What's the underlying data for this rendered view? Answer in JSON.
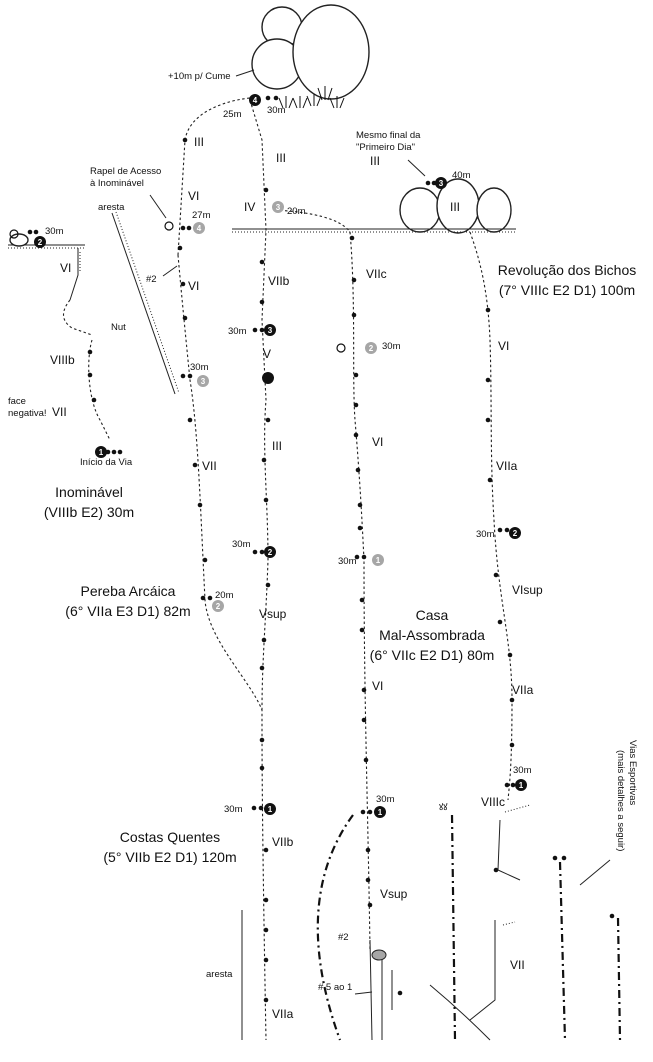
{
  "labels": {
    "summit_note": "+10m p/ Cume",
    "same_end_line1": "Mesmo final da",
    "same_end_line2": "\"Primeiro Dia\"",
    "rappel_line1": "Rapel de Acesso",
    "rappel_line2": "à Inominável",
    "aresta_top": "aresta",
    "aresta_bottom": "aresta",
    "nut": "Nut",
    "face_line1": "face",
    "face_line2": "negativa!",
    "start": "Início da Via",
    "piton_2_top": "#2",
    "piton_2_bottom": "#2",
    "cams": "#.5 ao 1",
    "sport_line1": "Vias Esportivas",
    "sport_line2": "(mais detalhes a seguir)"
  },
  "routes": {
    "inominavel": {
      "name": "Inominável",
      "info": "(VIIIb E2) 30m"
    },
    "pereba": {
      "name": "Pereba Arcáica",
      "info": "(6° VIIa E3 D1) 82m"
    },
    "casa": {
      "name1": "Casa",
      "name2": "Mal-Assombrada",
      "info": "(6° VIIc E2 D1) 80m"
    },
    "revolucao": {
      "name": "Revolução dos Bichos",
      "info": "(7° VIIIc E2 D1) 100m"
    },
    "costas": {
      "name": "Costas Quentes",
      "info": "(5° VIIb E2 D1) 120m"
    }
  },
  "grades": {
    "cq_iii_top": "III",
    "cq_vi_upper": "VI",
    "cq_vi_lower": "VI",
    "cq_vii": "VII",
    "cq_iii_2": "III",
    "cq_iv": "IV",
    "cq_viib_top": "VIIb",
    "cq_v": "V",
    "cq_iii_3": "III",
    "cq_vsup": "Vsup",
    "cq_viib_bottom": "VIIb",
    "cq_viia": "VIIa",
    "ca_viic": "VIIc",
    "ca_vi_1": "VI",
    "ca_vi_2": "VI",
    "ca_vsup": "Vsup",
    "rb_iii_end": "III",
    "rb_iii_boulder": "III",
    "rb_vi": "VI",
    "rb_viia_1": "VIIa",
    "rb_vsup": "VIsup",
    "rb_viia_2": "VIIa",
    "rb_viiic": "VIIIc",
    "rb_vii": "VII",
    "in_vi": "VI",
    "in_viiib": "VIIIb",
    "in_vii": "VII"
  },
  "anchors": {
    "a4_top": {
      "num": "4",
      "len": "25m"
    },
    "a4_top_30": {
      "len": "30m"
    },
    "a3_boulder": {
      "num": "3",
      "len": "40m"
    },
    "a4_grey": {
      "num": "4",
      "len": "27m"
    },
    "a3_grey_20": {
      "num": "3",
      "len": "20m"
    },
    "a2_inom": {
      "num": "2",
      "len": "30m"
    },
    "a3_cq": {
      "num": "3",
      "len": "30m"
    },
    "a3_grey_30": {
      "num": "3",
      "len": "30m"
    },
    "a2_ca_grey": {
      "num": "2",
      "len": "30m"
    },
    "a2_cq": {
      "num": "2",
      "len": "30m"
    },
    "a1_ca_grey": {
      "num": "1",
      "len": "30m"
    },
    "a2_pa_grey": {
      "num": "2",
      "len": "20m"
    },
    "a2_rb": {
      "num": "2",
      "len": "30m"
    },
    "a1_rb": {
      "num": "1",
      "len": "30m"
    },
    "a1_cq": {
      "num": "1",
      "len": "30m"
    },
    "a1_ca": {
      "num": "1",
      "len": "30m"
    },
    "a1_start": {
      "num": "1"
    }
  },
  "colors": {
    "ink": "#111111",
    "grey_anchor": "#a6a6a6",
    "background": "#ffffff"
  }
}
